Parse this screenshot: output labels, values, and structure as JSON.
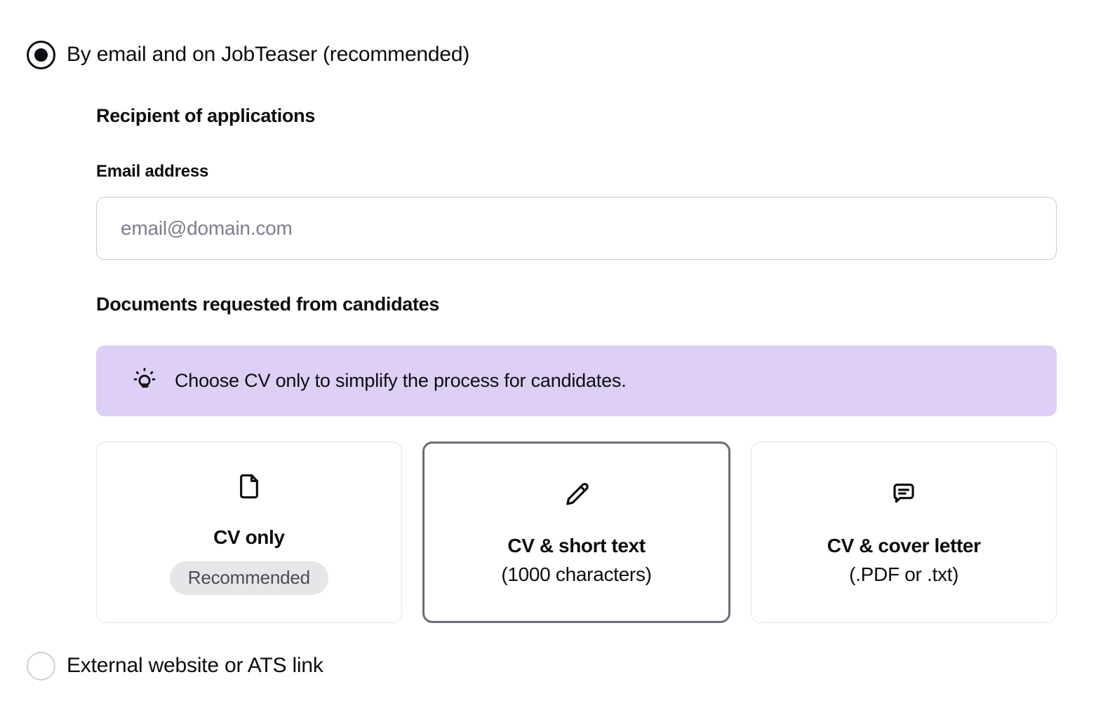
{
  "options": {
    "email_option": {
      "label": "By email and on JobTeaser (recommended)",
      "selected": true,
      "radio_icon": "radio-checked-icon"
    },
    "external_option": {
      "label": "External website or ATS link",
      "selected": false,
      "radio_icon": "radio-unchecked-icon"
    }
  },
  "recipient": {
    "section_title": "Recipient of applications",
    "email_field": {
      "label": "Email address",
      "value": "",
      "placeholder": "email@domain.com"
    }
  },
  "documents": {
    "section_title": "Documents requested from candidates",
    "tip": {
      "icon": "lightbulb-icon",
      "text": "Choose CV only to simplify the process for candidates."
    },
    "cards": [
      {
        "icon": "document-icon",
        "title": "CV only",
        "subtitle": "",
        "badge": "Recommended",
        "selected": false
      },
      {
        "icon": "pencil-icon",
        "title": "CV & short text",
        "subtitle": "(1000 characters)",
        "badge": "",
        "selected": true
      },
      {
        "icon": "message-icon",
        "title": "CV & cover letter",
        "subtitle": "(.PDF or .txt)",
        "badge": "",
        "selected": false
      }
    ]
  },
  "colors": {
    "tip_background": "#ddcff5",
    "selected_card_border": "#6e6b79",
    "card_border": "#e6e6e9",
    "badge_background": "#e6e6e9",
    "badge_text": "#4a4a57",
    "placeholder_text": "#7d7d8c",
    "text": "#0d0d12"
  }
}
